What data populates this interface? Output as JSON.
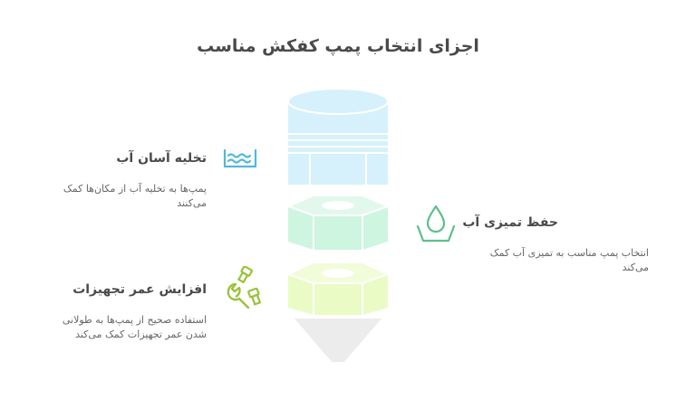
{
  "title": "اجزای انتخاب پمپ کفکش مناسب",
  "items": [
    {
      "title": "تخلیه آسان آب",
      "description": "پمپ‌ها به تخلیه آب از مکان‌ها کمک می‌کنند",
      "icon": "water-waves-icon",
      "color": "#4fb8de"
    },
    {
      "title": "حفظ تمیزی آب",
      "description": "انتخاب پمپ مناسب به تمیزی آب کمک می‌کند",
      "icon": "water-drop-icon",
      "color": "#5cc08a"
    },
    {
      "title": "افزایش عمر تجهیزات",
      "description": "استفاده صحیح از پمپ‌ها به طولانی شدن عمر تجهیزات کمک می‌کند",
      "icon": "wrench-bolts-icon",
      "color": "#9ac23c"
    }
  ]
}
